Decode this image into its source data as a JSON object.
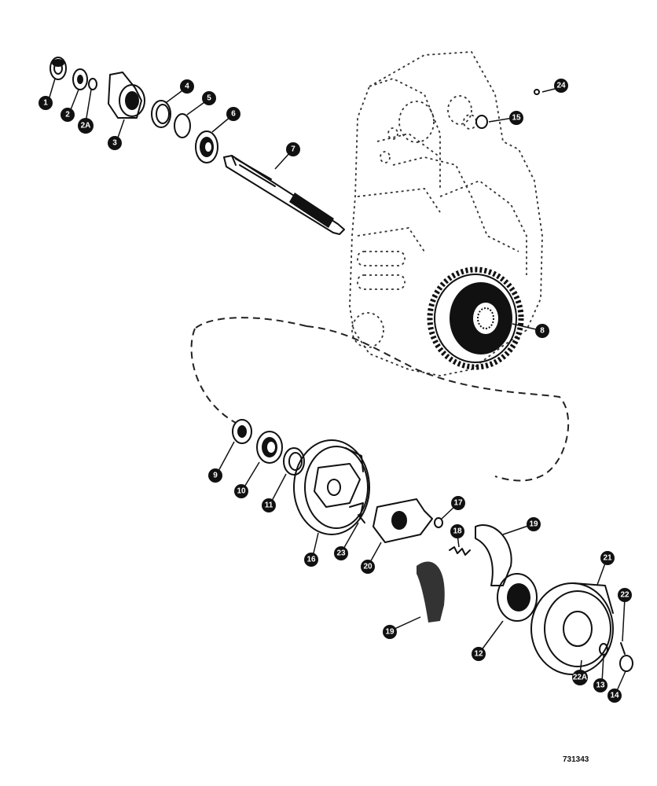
{
  "callouts": [
    {
      "id": "c1",
      "label": "1"
    },
    {
      "id": "c2",
      "label": "2"
    },
    {
      "id": "c2a",
      "label": "2A"
    },
    {
      "id": "c3",
      "label": "3"
    },
    {
      "id": "c4",
      "label": "4"
    },
    {
      "id": "c5",
      "label": "5"
    },
    {
      "id": "c6",
      "label": "6"
    },
    {
      "id": "c7",
      "label": "7"
    },
    {
      "id": "c8",
      "label": "8"
    },
    {
      "id": "c9",
      "label": "9"
    },
    {
      "id": "c10",
      "label": "10"
    },
    {
      "id": "c11",
      "label": "11"
    },
    {
      "id": "c12",
      "label": "12"
    },
    {
      "id": "c13",
      "label": "13"
    },
    {
      "id": "c14",
      "label": "14"
    },
    {
      "id": "c15",
      "label": "15"
    },
    {
      "id": "c16",
      "label": "16"
    },
    {
      "id": "c17",
      "label": "17"
    },
    {
      "id": "c18",
      "label": "18"
    },
    {
      "id": "c19a",
      "label": "19"
    },
    {
      "id": "c19b",
      "label": "19"
    },
    {
      "id": "c20",
      "label": "20"
    },
    {
      "id": "c21",
      "label": "21"
    },
    {
      "id": "c22",
      "label": "22"
    },
    {
      "id": "c22a",
      "label": "22A"
    },
    {
      "id": "c23",
      "label": "23"
    },
    {
      "id": "c24",
      "label": "24"
    }
  ],
  "drawing_code": "731343"
}
